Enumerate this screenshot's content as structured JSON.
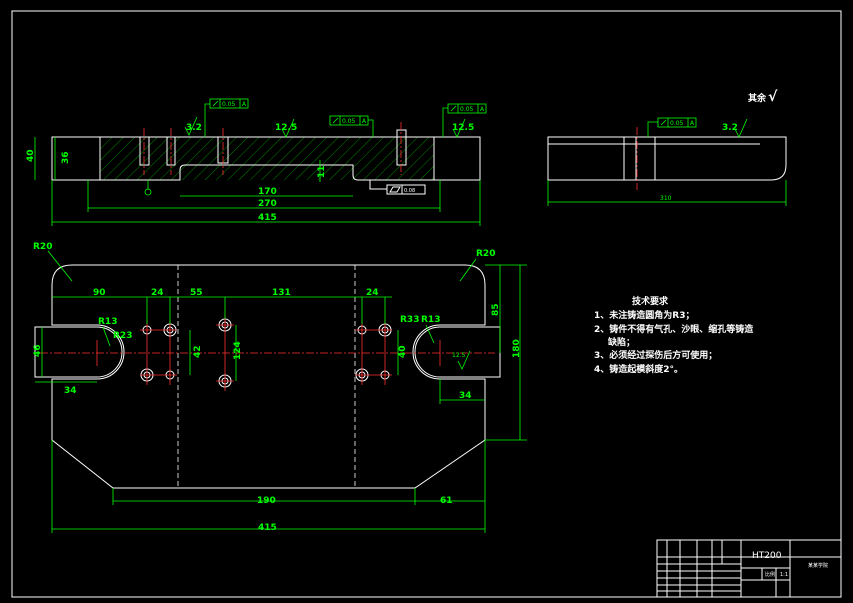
{
  "front_view": {
    "dims": {
      "height_40": "40",
      "height_36": "36",
      "depth_11": "11",
      "len_170": "170",
      "len_270": "270",
      "len_415": "415"
    },
    "roughness": {
      "r1": "3.2",
      "r2": "12.5",
      "r3": "12.5"
    },
    "tolerances": {
      "t1": "0.05",
      "t1_ref": "A",
      "t2": "0.05",
      "t2_ref": "A",
      "t3": "0.05",
      "t3_ref": "A",
      "flat": "0.08"
    },
    "datum": "A"
  },
  "side_view": {
    "dims": {
      "width": "310"
    },
    "tolerance": {
      "value": "0.05",
      "ref": "A"
    },
    "roughness": "3.2"
  },
  "general_roughness": {
    "label": "其余",
    "symbol": "√"
  },
  "plan_view": {
    "radii": {
      "r20_left": "R20",
      "r20_right": "R20",
      "r13_left": "R13",
      "r23_left": "R23",
      "r33_right": "R33",
      "r13_right": "R13"
    },
    "dims": {
      "d90": "90",
      "d24a": "24",
      "d55": "55",
      "d131": "131",
      "d24b": "24",
      "d46": "46",
      "d34_left": "34",
      "d42": "42",
      "d124": "124",
      "d40": "40",
      "d85": "85",
      "d180": "180",
      "d34_right": "34",
      "d190": "190",
      "d61": "61",
      "d415": "415"
    },
    "roughness_note": "12.5"
  },
  "notes": {
    "title": "技术要求",
    "items": [
      "1、未注铸造圆角为R3；",
      "2、铸件不得有气孔、沙眼、缩孔等铸造",
      "缺陷；",
      "3、必须经过探伤后方可使用；",
      "4、铸造起模斜度2°。"
    ]
  },
  "title_block": {
    "material": "HT200",
    "company": "某某学院",
    "ratio_label": "比例",
    "ratio_value": "1:1"
  },
  "colors": {
    "background": "#000000",
    "outline": "#ffffff",
    "dimension": "#00ff00",
    "centerline": "#ff3030"
  }
}
